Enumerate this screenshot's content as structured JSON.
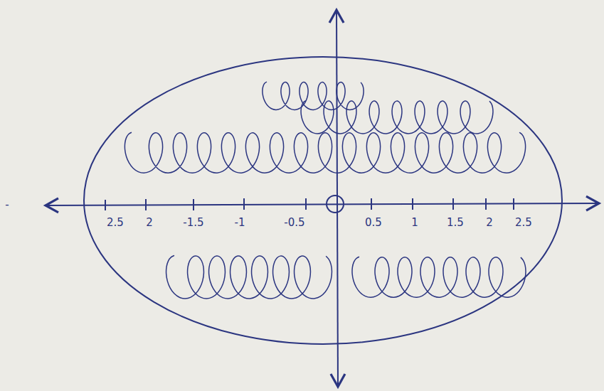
{
  "diagram": {
    "labels": [
      "-",
      "2.5",
      "2",
      "-1.5",
      "-1",
      "-0.5",
      "0.5",
      "1",
      "1.5",
      "2",
      "2.5"
    ]
  }
}
